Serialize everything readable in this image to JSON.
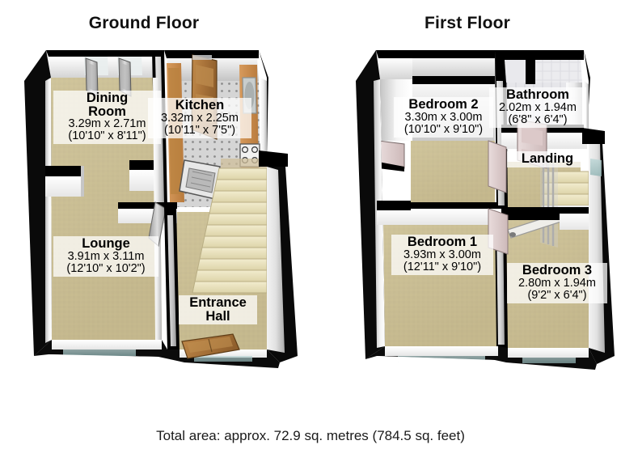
{
  "floors": [
    {
      "id": "ground",
      "title": "Ground Floor",
      "rooms": [
        {
          "name": "Dining Room",
          "name_line1": "Dining",
          "name_line2": "Room",
          "metric": "3.29m x 2.71m",
          "imperial": "(10'10\" x 8'11\")"
        },
        {
          "name": "Kitchen",
          "metric": "3.32m x 2.25m",
          "imperial": "(10'11\" x 7'5\")"
        },
        {
          "name": "Lounge",
          "metric": "3.91m x 3.11m",
          "imperial": "(12'10\" x 10'2\")"
        },
        {
          "name": "Entrance Hall",
          "name_line1": "Entrance",
          "name_line2": "Hall",
          "metric": "",
          "imperial": ""
        }
      ]
    },
    {
      "id": "first",
      "title": "First Floor",
      "rooms": [
        {
          "name": "Bedroom 2",
          "metric": "3.30m x 3.00m",
          "imperial": "(10'10\" x 9'10\")"
        },
        {
          "name": "Bathroom",
          "metric": "2.02m x 1.94m",
          "imperial": "(6'8\" x 6'4\")"
        },
        {
          "name": "Landing",
          "metric": "",
          "imperial": ""
        },
        {
          "name": "Bedroom 1",
          "metric": "3.93m x 3.00m",
          "imperial": "(12'11\" x 9'10\")"
        },
        {
          "name": "Bedroom 3",
          "metric": "2.80m x 1.94m",
          "imperial": "(9'2\" x 6'4\")"
        }
      ]
    }
  ],
  "footer": {
    "total_area": "Total area: approx. 72.9 sq. metres (784.5 sq. feet)"
  },
  "colors": {
    "wall_top": "#000000",
    "wall_face_light": "#ffffff",
    "wall_face_shade": "#c9c9c9",
    "carpet": "#c9bd93",
    "kitchen_tile": "#d8d8d8",
    "bathroom_tile": "#e2e2e6",
    "stair_tread": "#e8e0bd",
    "door_wood": "#b07b3e",
    "text": "#000000",
    "background": "#ffffff"
  }
}
